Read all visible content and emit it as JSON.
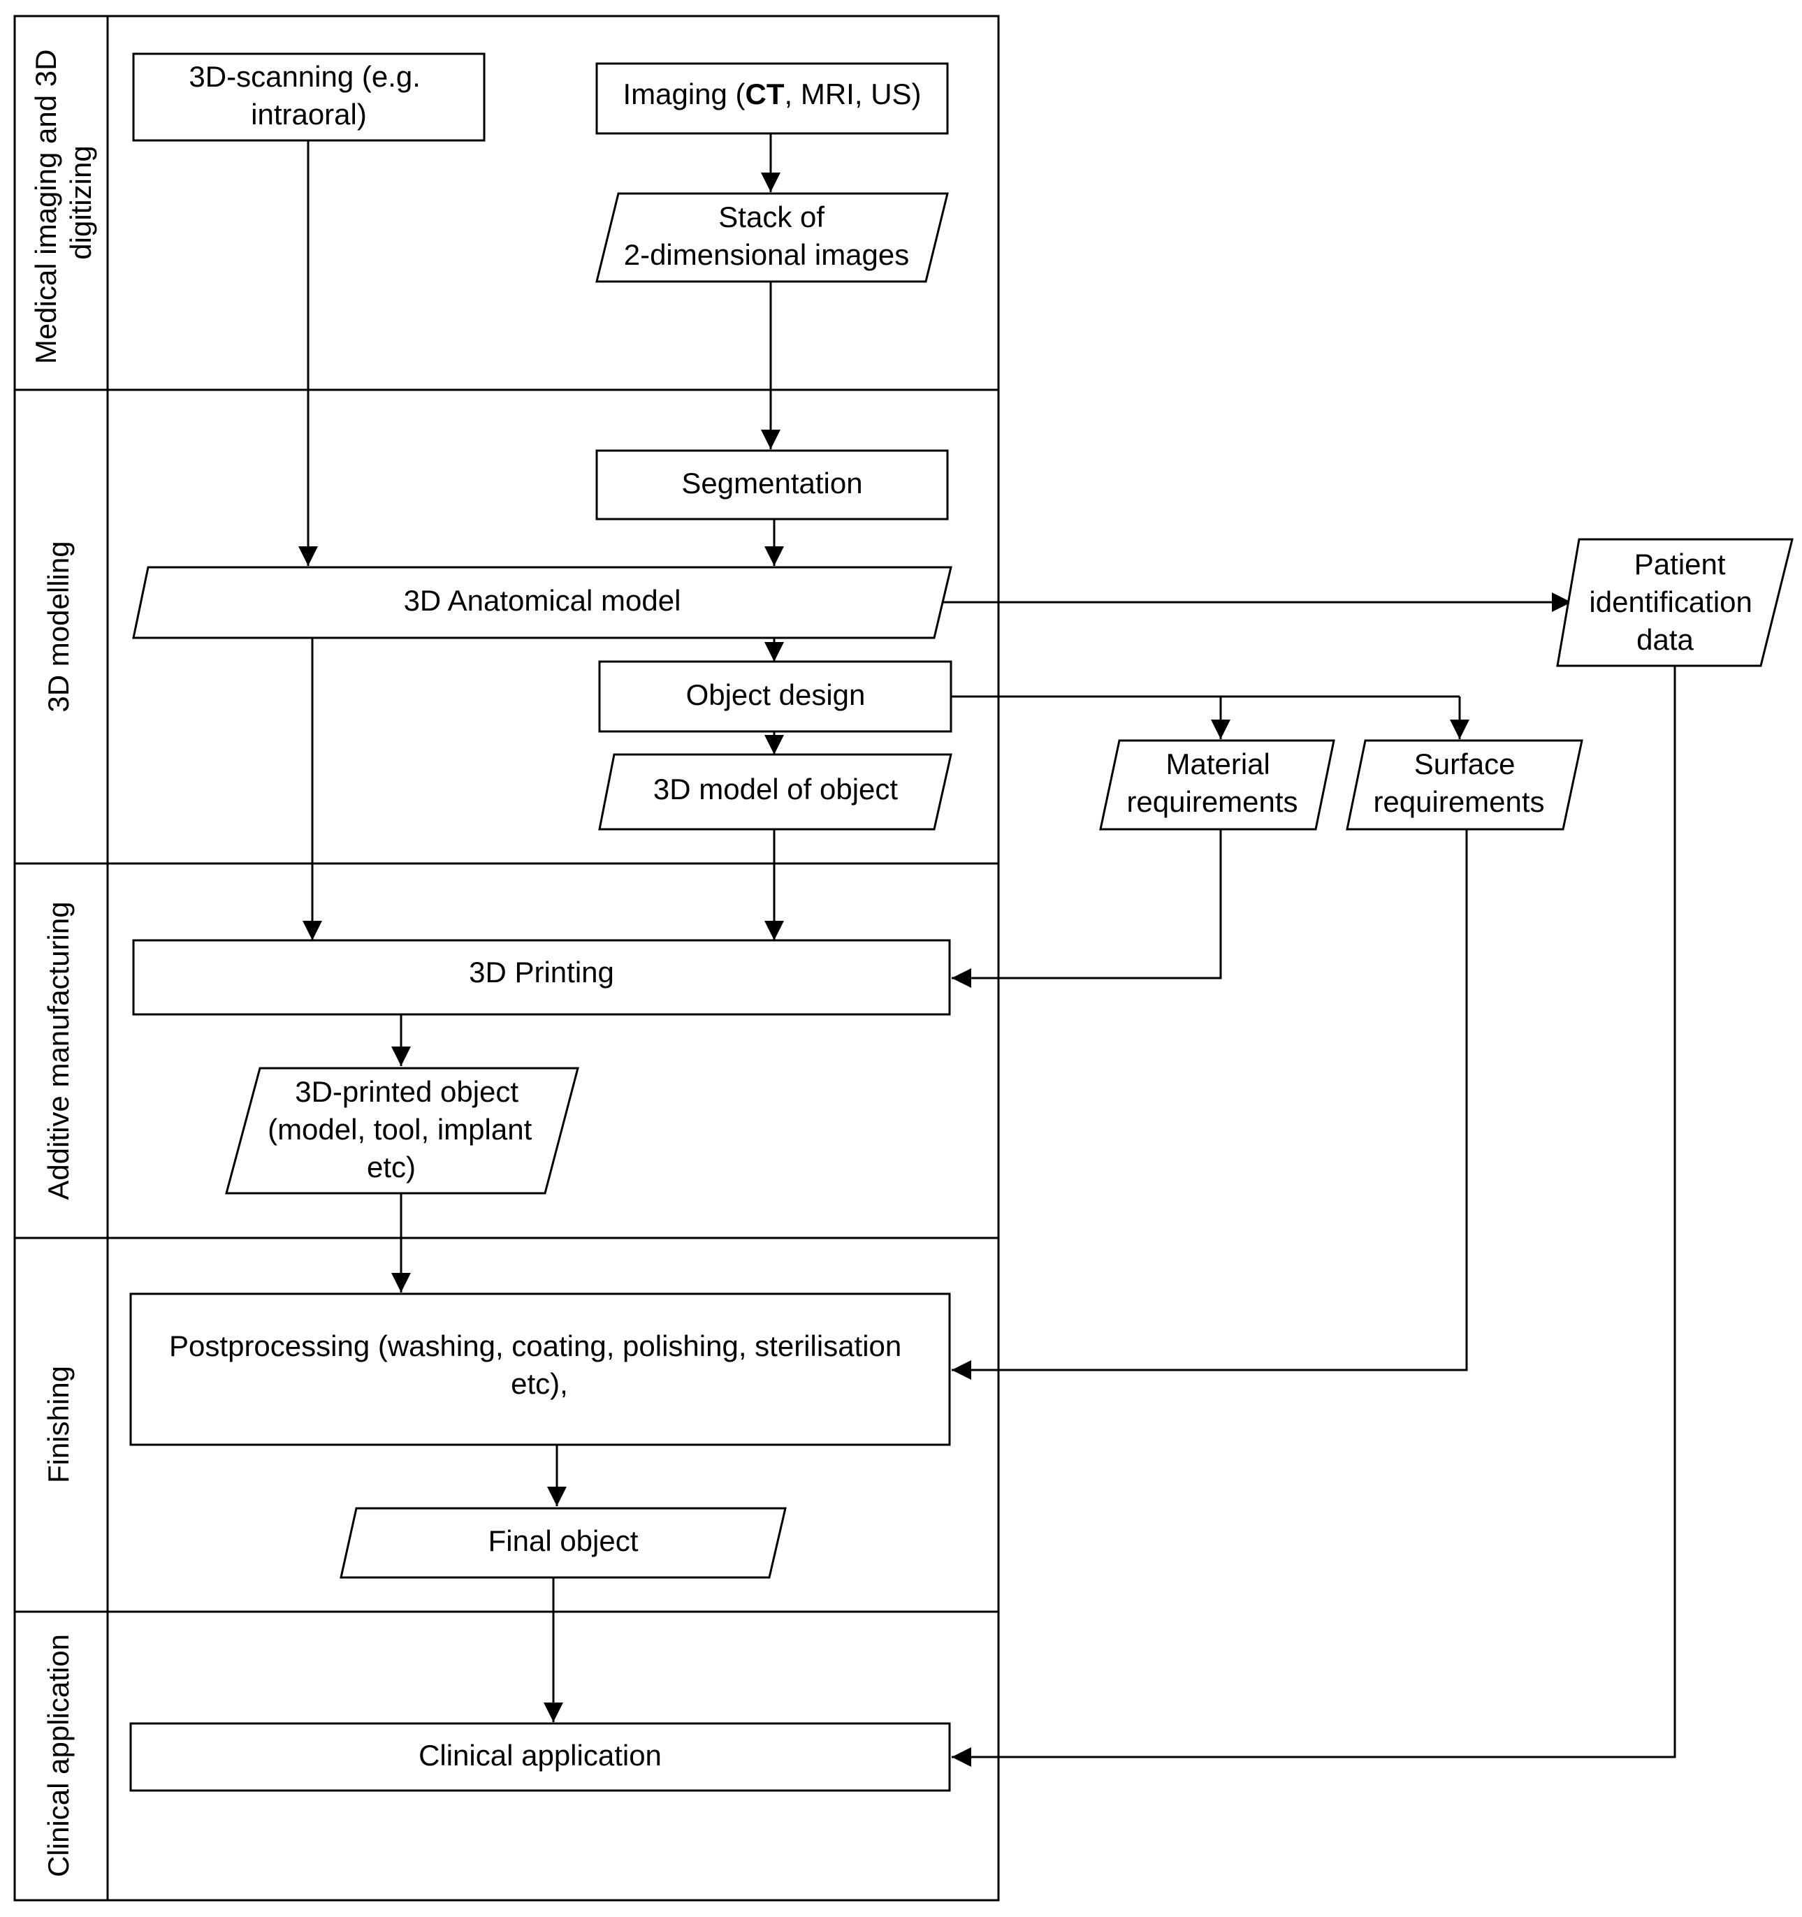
{
  "colors": {
    "stroke": "#000000",
    "background": "#ffffff",
    "text": "#000000"
  },
  "lanes": [
    {
      "id": "lane-medical-imaging",
      "lines": [
        "Medical imaging and 3D",
        "digitizing"
      ]
    },
    {
      "id": "lane-3d-modelling",
      "lines": [
        "3D modelling"
      ]
    },
    {
      "id": "lane-additive-manufacturing",
      "lines": [
        "Additive manufacturing"
      ]
    },
    {
      "id": "lane-finishing",
      "lines": [
        "Finishing"
      ]
    },
    {
      "id": "lane-clinical-application",
      "lines": [
        "Clinical application"
      ]
    }
  ],
  "nodes": {
    "scanning": {
      "shape": "process",
      "lines": [
        "3D-scanning (e.g.",
        "intraoral)"
      ]
    },
    "imaging": {
      "shape": "process",
      "prefix": "Imaging (",
      "bold": "CT",
      "suffix": ", MRI, US)"
    },
    "stack": {
      "shape": "data",
      "lines": [
        "Stack of",
        "2-dimensional images"
      ]
    },
    "segmentation": {
      "shape": "process",
      "lines": [
        "Segmentation"
      ]
    },
    "anatomical_model": {
      "shape": "data",
      "lines": [
        "3D Anatomical model"
      ]
    },
    "object_design": {
      "shape": "process",
      "lines": [
        "Object design"
      ]
    },
    "model_of_object": {
      "shape": "data",
      "lines": [
        "3D model of object"
      ]
    },
    "patient_data": {
      "shape": "data",
      "lines": [
        "Patient",
        "identification",
        "data"
      ]
    },
    "material_req": {
      "shape": "data",
      "lines": [
        "Material",
        "requirements"
      ]
    },
    "surface_req": {
      "shape": "data",
      "lines": [
        "Surface",
        "requirements"
      ]
    },
    "printing": {
      "shape": "process",
      "lines": [
        "3D Printing"
      ]
    },
    "printed_object": {
      "shape": "data",
      "lines": [
        "3D-printed object",
        "(model, tool, implant",
        "etc)"
      ]
    },
    "postprocessing": {
      "shape": "process",
      "lines": [
        "Postprocessing (washing, coating, polishing, sterilisation",
        "etc),"
      ]
    },
    "final_object": {
      "shape": "data",
      "lines": [
        "Final object"
      ]
    },
    "clinical_app": {
      "shape": "process",
      "lines": [
        "Clinical application"
      ]
    }
  },
  "connectors": [
    {
      "from": "scanning",
      "to": "anatomical_model"
    },
    {
      "from": "imaging",
      "to": "stack"
    },
    {
      "from": "stack",
      "to": "segmentation"
    },
    {
      "from": "segmentation",
      "to": "anatomical_model"
    },
    {
      "from": "anatomical_model",
      "to": "patient_data"
    },
    {
      "from": "anatomical_model",
      "to": "object_design"
    },
    {
      "from": "anatomical_model",
      "to": "printing"
    },
    {
      "from": "object_design",
      "to": "model_of_object"
    },
    {
      "from": "object_design",
      "to": "material_req"
    },
    {
      "from": "object_design",
      "to": "surface_req"
    },
    {
      "from": "model_of_object",
      "to": "printing"
    },
    {
      "from": "material_req",
      "to": "printing"
    },
    {
      "from": "printing",
      "to": "printed_object"
    },
    {
      "from": "printed_object",
      "to": "postprocessing"
    },
    {
      "from": "surface_req",
      "to": "postprocessing"
    },
    {
      "from": "postprocessing",
      "to": "final_object"
    },
    {
      "from": "final_object",
      "to": "clinical_app"
    },
    {
      "from": "patient_data",
      "to": "clinical_app"
    }
  ]
}
